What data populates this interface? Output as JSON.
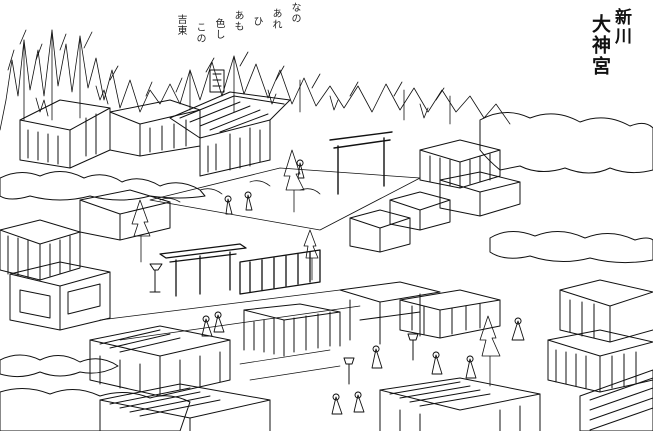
{
  "title": {
    "main": "大神宮",
    "sub": "新川"
  },
  "poem": {
    "lines": [
      "なの",
      "あれ",
      "ひ",
      "あも",
      "色し",
      "この",
      "吉東"
    ]
  }
}
